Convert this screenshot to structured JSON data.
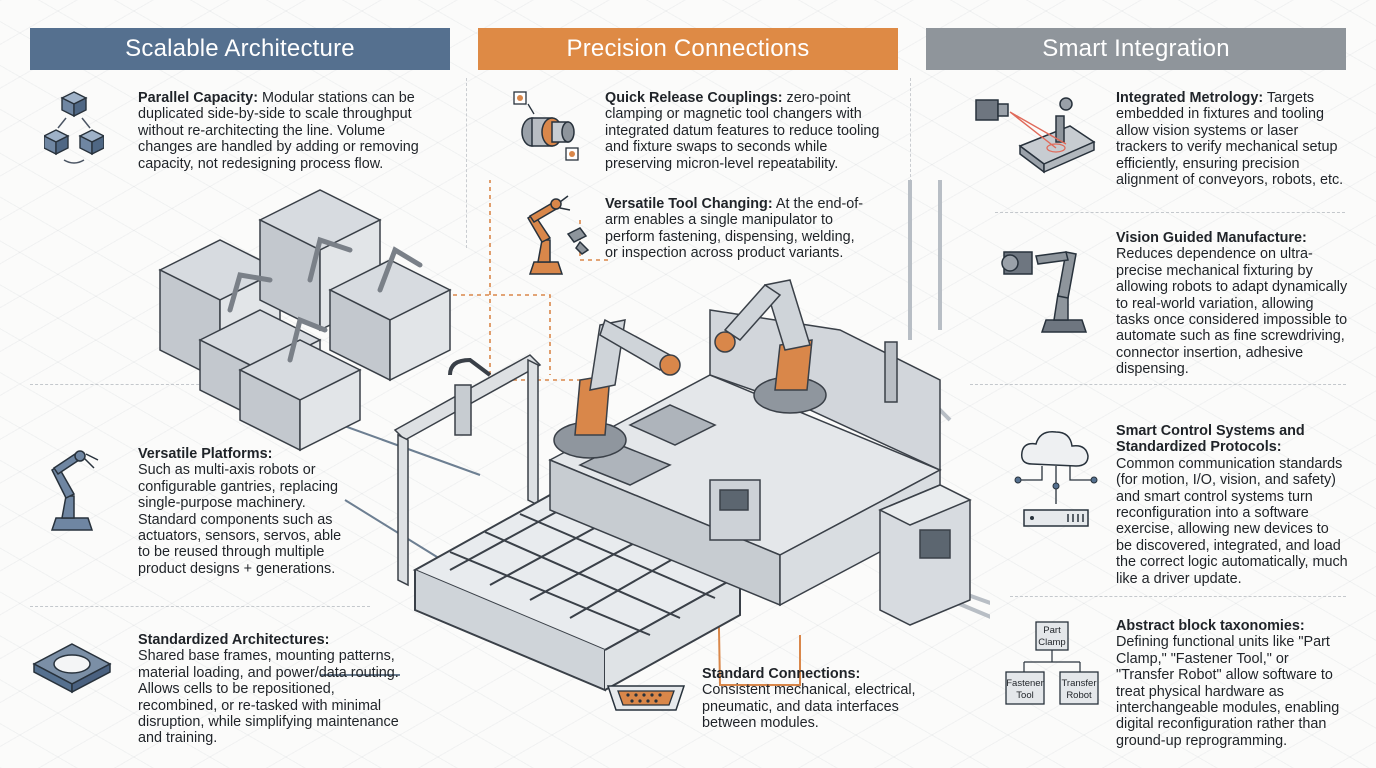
{
  "headers": {
    "scalable": "Scalable Architecture",
    "precision": "Precision Connections",
    "smart": "Smart Integration"
  },
  "scalable": {
    "parallel": {
      "title": "Parallel Capacity:",
      "text": "Modular stations can be duplicated side-by-side to scale throughput without re-architecting the line. Volume changes are handled by adding or removing capacity, not redesigning process flow."
    },
    "platforms": {
      "title": "Versatile Platforms:",
      "text": "Such as multi-axis robots or configurable gantries, replacing single-purpose machinery. Standard components such as actuators, sensors, servos, able to be reused through multiple product designs + generations."
    },
    "architectures": {
      "title": "Standardized Architectures:",
      "text": "Shared base frames, mounting patterns, material loading, and power/data routing. Allows cells to be repositioned, recombined, or re-tasked with minimal disruption, while simplifying maintenance and training."
    }
  },
  "precision": {
    "couplings": {
      "title": "Quick Release Couplings:",
      "text": "zero-point clamping or magnetic tool changers with integrated datum features to reduce tooling and fixture swaps to seconds while preserving micron-level repeatability."
    },
    "tool_changing": {
      "title": "Versatile Tool Changing:",
      "text": "At the end-of-arm enables a single manipulator to perform fastening, dispensing, welding, or inspection across product variants."
    },
    "connections": {
      "title": "Standard Connections:",
      "text": "Consistent mechanical, electrical, pneumatic, and data interfaces between modules."
    }
  },
  "smart": {
    "metrology": {
      "title": "Integrated Metrology:",
      "text": "Targets embedded in fixtures and tooling allow vision systems or laser trackers to verify mechanical setup efficiently, ensuring precision alignment of conveyors, robots, etc."
    },
    "vision": {
      "title": "Vision Guided Manufacture:",
      "text": "Reduces dependence on ultra-precise mechanical fixturing by allowing robots to adapt dynamically to real-world variation, allowing tasks once considered impossible to automate such as fine screwdriving, connector insertion, adhesive dispensing."
    },
    "control": {
      "title": "Smart Control Systems and Standardized Protocols:",
      "text": "Common communication standards (for motion, I/O, vision, and safety) and smart control systems turn reconfiguration into a software exercise, allowing new devices to be discovered, integrated, and load the correct logic automatically, much like a driver update."
    },
    "taxonomies": {
      "title": "Abstract block taxonomies:",
      "text": "Defining functional units like \"Part Clamp,\" \"Fastener Tool,\" or \"Transfer Robot\" allow software to treat physical hardware as interchangeable modules, enabling digital reconfiguration rather than ground-up reprogramming."
    },
    "taxonomy_diagram": {
      "part": "Part",
      "clamp": "Clamp",
      "fastener": "Fastener",
      "tool": "Tool",
      "transfer": "Transfer",
      "robot": "Robot"
    }
  },
  "colors": {
    "scalable": "#55708f",
    "precision": "#de8a45",
    "smart": "#8f959b",
    "machine_gray": "#d4d8dc",
    "robot_orange": "#d9874a"
  }
}
